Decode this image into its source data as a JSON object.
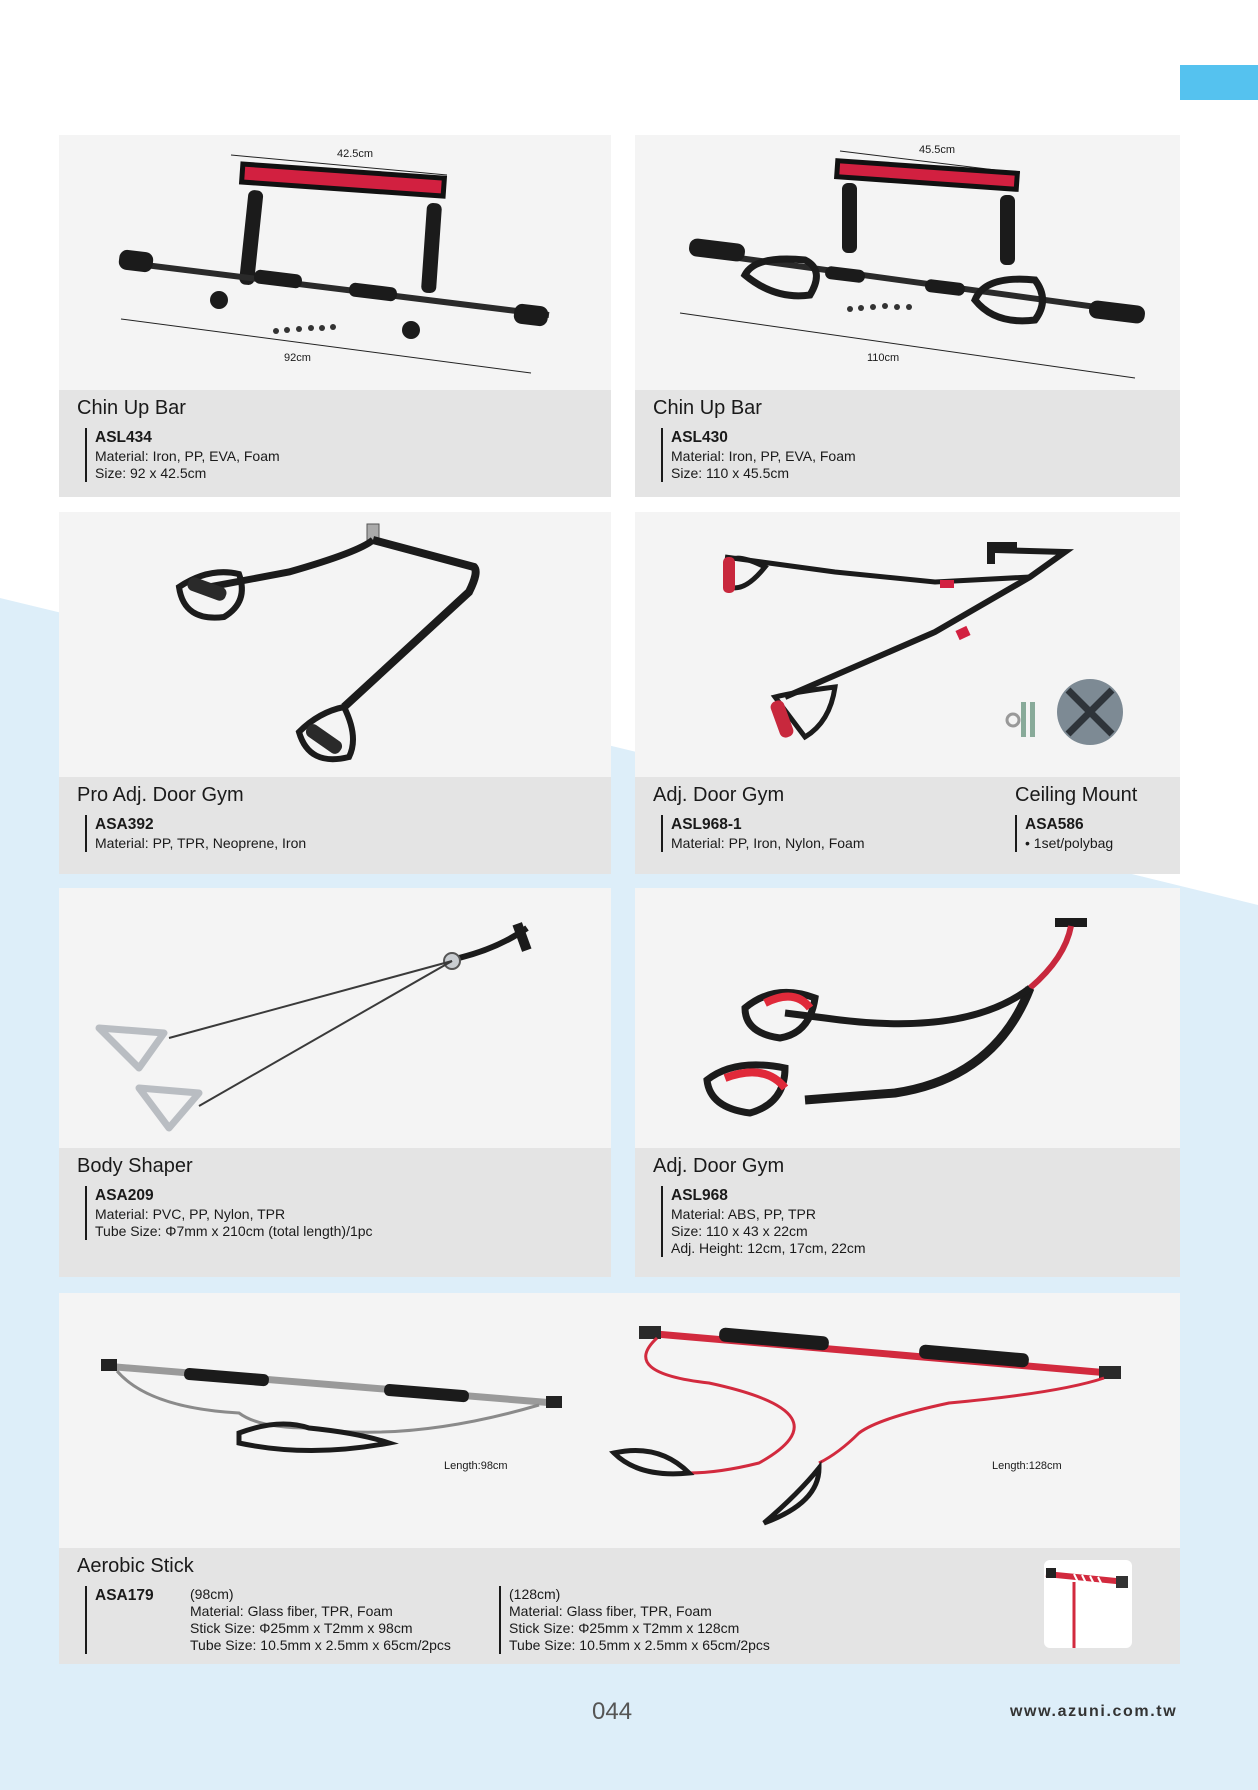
{
  "colors": {
    "accent_tab": "#55c2ef",
    "background_tint": "#ddeef9",
    "panel_photo": "#f4f4f4",
    "panel_info": "#e4e4e4"
  },
  "products": {
    "asl434": {
      "title": "Chin Up Bar",
      "code": "ASL434",
      "specs": [
        "Material: Iron, PP, EVA, Foam",
        "Size: 92 x 42.5cm"
      ],
      "dims": [
        "42.5cm",
        "92cm"
      ]
    },
    "asl430": {
      "title": "Chin Up Bar",
      "code": "ASL430",
      "specs": [
        "Material: Iron, PP, EVA, Foam",
        "Size: 110 x 45.5cm"
      ],
      "dims": [
        "45.5cm",
        "110cm"
      ]
    },
    "asa392": {
      "title": "Pro Adj. Door Gym",
      "code": "ASA392",
      "specs": [
        "Material: PP, TPR, Neoprene, Iron"
      ]
    },
    "asl968_1": {
      "title": "Adj. Door Gym",
      "code": "ASL968-1",
      "specs": [
        "Material: PP, Iron, Nylon, Foam"
      ]
    },
    "asa586": {
      "title": "Ceiling Mount",
      "code": "ASA586",
      "specs": [
        "• 1set/polybag"
      ]
    },
    "asa209": {
      "title": "Body Shaper",
      "code": "ASA209",
      "specs": [
        "Material: PVC, PP, Nylon, TPR",
        "Tube Size: Φ7mm x 210cm (total length)/1pc"
      ]
    },
    "asl968": {
      "title": "Adj. Door Gym",
      "code": "ASL968",
      "specs": [
        "Material: ABS, PP, TPR",
        "Size: 110 x 43 x 22cm",
        "Adj. Height: 12cm, 17cm, 22cm"
      ]
    },
    "asa179": {
      "title": "Aerobic Stick",
      "code": "ASA179",
      "variant_98": {
        "length_label": "Length:98cm",
        "specs": [
          "(98cm)",
          "Material: Glass fiber, TPR, Foam",
          "Stick Size: Φ25mm x T2mm x 98cm",
          "Tube Size: 10.5mm x 2.5mm x 65cm/2pcs"
        ]
      },
      "variant_128": {
        "length_label": "Length:128cm",
        "specs": [
          "(128cm)",
          "Material: Glass fiber, TPR, Foam",
          "Stick Size: Φ25mm x T2mm x 128cm",
          "Tube Size: 10.5mm x 2.5mm x 65cm/2pcs"
        ]
      }
    }
  },
  "footer": {
    "page_number": "044",
    "website": "www.azuni.com.tw"
  }
}
